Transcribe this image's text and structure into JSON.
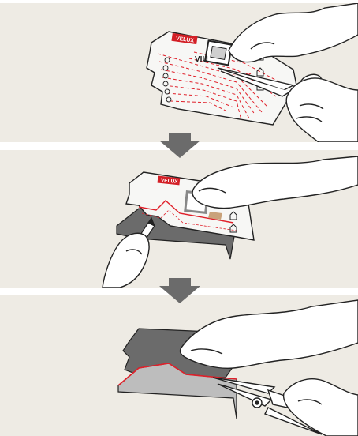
{
  "colors": {
    "panel_background": "#eeebe4",
    "arrow": "#6b6b6b",
    "velux_red": "#d31f26",
    "flashing_grey": "#6b6b6b",
    "template_paper": "#f7f7f5",
    "outline": "#222222",
    "cut_line": "#e0202a"
  },
  "steps": [
    {
      "depicts": "cut-out-template-with-scissors"
    },
    {
      "depicts": "trace-template-onto-flashing-with-pencil"
    },
    {
      "depicts": "cut-flashing-with-tin-snips"
    }
  ],
  "logos": {
    "step1": "VELUX",
    "step2": "VELUX"
  },
  "template_mark": "VIU",
  "arrows": [
    {
      "icon": "down-arrow-icon"
    },
    {
      "icon": "down-arrow-icon"
    }
  ]
}
